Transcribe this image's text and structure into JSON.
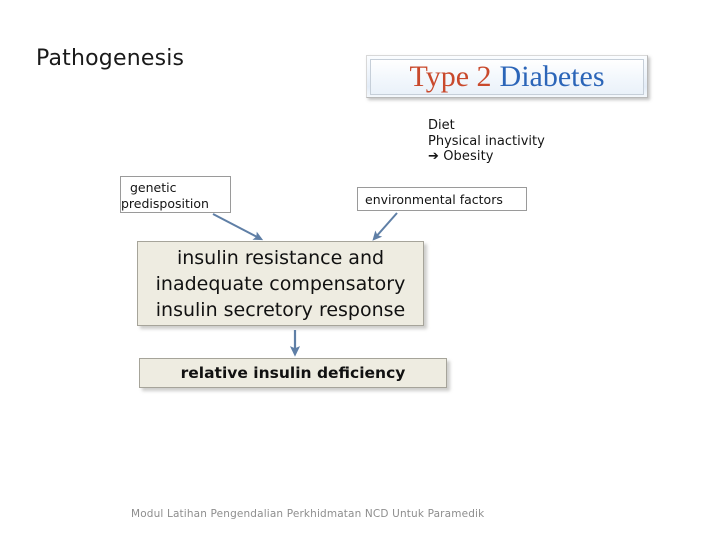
{
  "slide": {
    "title": "Pathogenesis",
    "footer": "Modul Latihan Pengendalian Perkhidmatan NCD Untuk Paramedik"
  },
  "banner": {
    "part_red": "Type 2",
    "part_blue": "Diabetes",
    "color_red": "#c9492c",
    "color_blue": "#2b65b8"
  },
  "risk_factors": {
    "line1": "Diet",
    "line2": "Physical inactivity",
    "line3": "➔ Obesity"
  },
  "nodes": {
    "genetic": {
      "line1": "genetic",
      "line2": "predisposition"
    },
    "environmental": {
      "label": "environmental factors"
    },
    "insulin_resistance": {
      "line1": "insulin resistance and",
      "line2": "inadequate compensatory",
      "line3": "insulin secretory response"
    },
    "relative_deficiency": {
      "label": "relative insulin deficiency"
    }
  },
  "arrows": {
    "color": "#5f7fa6",
    "genetic_to_core": "diagonal-down-right",
    "environmental_to_core": "diagonal-down-left",
    "core_to_deficiency": "vertical-down"
  }
}
